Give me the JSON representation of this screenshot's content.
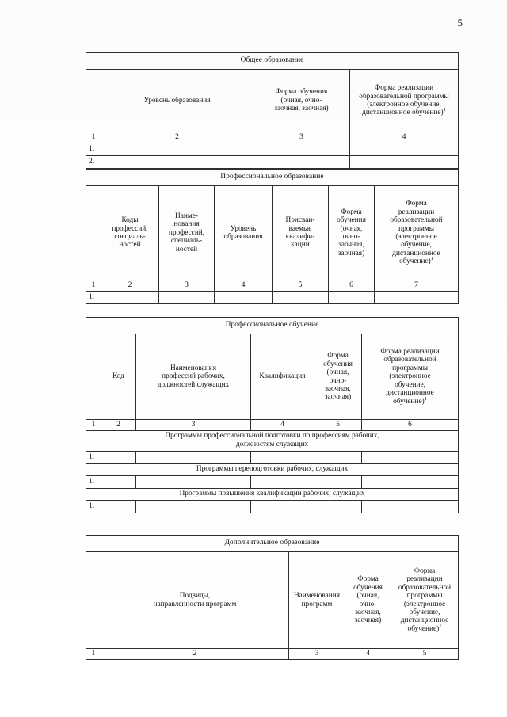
{
  "page": {
    "number": "5",
    "footnote_marker": "1"
  },
  "tables": [
    {
      "id": "general-education",
      "caption": "Общее образование",
      "columns": [
        {
          "key": "idx",
          "header": ""
        },
        {
          "key": "level",
          "header": "Уровснь образования"
        },
        {
          "key": "form",
          "header": "Форма обучения (очная, очно-заочная, заочная)"
        },
        {
          "key": "impl",
          "header": "Форма реализации образовательной программы (электронное обучение, дистанционное обучение)"
        }
      ],
      "header_lines": [
        [
          ""
        ],
        [
          "Уровснь образования"
        ],
        [
          "Форма обучения",
          "(очная, очно-",
          "заочная, заочная)"
        ],
        [
          "Форма реализации",
          "образовательной программы",
          "(электронное обучение,",
          "дистанционное обучение)"
        ]
      ],
      "number_row": [
        "1",
        "2",
        "3",
        "4"
      ],
      "rows": [
        [
          "1.",
          "",
          "",
          ""
        ],
        [
          "2.",
          "",
          "",
          ""
        ]
      ]
    },
    {
      "id": "professional-education",
      "caption": "Профессиональное образование",
      "header_lines": [
        [
          ""
        ],
        [
          "Коды",
          "профессий,",
          "специаль-",
          "ностей"
        ],
        [
          "Наиме-",
          "нования",
          "профессий,",
          "специаль-",
          "ностей"
        ],
        [
          "Уровень",
          "образования"
        ],
        [
          "Присваи-",
          "ваемые",
          "квалифи-",
          "кации"
        ],
        [
          "Форма",
          "обучения",
          "(очная,",
          "очно-",
          "заочная,",
          "заочная)"
        ],
        [
          "Форма",
          "реализации",
          "образовательной",
          "программы",
          "(электронное",
          "обучение,",
          "дистанционное",
          "обучение)"
        ]
      ],
      "number_row": [
        "1",
        "2",
        "3",
        "4",
        "5",
        "6",
        "7"
      ],
      "rows": [
        [
          "1.",
          "",
          "",
          "",
          "",
          "",
          ""
        ]
      ]
    },
    {
      "id": "professional-training",
      "caption": "Профессиональное обучение",
      "header_lines": [
        [
          ""
        ],
        [
          "Код"
        ],
        [
          "Наименования",
          "профессий рабочих,",
          "должностей служащих"
        ],
        [
          "Квалификация"
        ],
        [
          "Форма",
          "обучения",
          "(очная,",
          "очно-",
          "заочная,",
          "заочная)"
        ],
        [
          "Форма реализации",
          "образовательной",
          "программы",
          "(электронное",
          "обучение,",
          "дистанционное",
          "обучение)"
        ]
      ],
      "number_row": [
        "1",
        "2",
        "3",
        "4",
        "5",
        "6"
      ],
      "sections": [
        {
          "title_lines": [
            "Программы профессиональной подготовки по профессиям рабочих,",
            "должностям служащих"
          ],
          "rows": [
            [
              "1.",
              "",
              "",
              "",
              "",
              ""
            ]
          ]
        },
        {
          "title_lines": [
            "Программы переподготовки рабочих, служащих"
          ],
          "rows": [
            [
              "1.",
              "",
              "",
              "",
              "",
              ""
            ]
          ]
        },
        {
          "title_lines": [
            "Программы повышения квалификации рабочих, служащих"
          ],
          "rows": [
            [
              "1.",
              "",
              "",
              "",
              "",
              ""
            ]
          ]
        }
      ]
    },
    {
      "id": "additional-education",
      "caption": "Дополнительное образование",
      "header_lines": [
        [
          ""
        ],
        [
          "Подвиды,",
          "направленности программ"
        ],
        [
          "Наименования",
          "программ"
        ],
        [
          "Форма",
          "обучения",
          "(очная,",
          "очно-",
          "заочная,",
          "заочная)"
        ],
        [
          "Форма",
          "реализации",
          "образовательной",
          "программы",
          "(электронное",
          "обучение,",
          "дистанционное",
          "обучение)"
        ]
      ],
      "number_row": [
        "1",
        "2",
        "3",
        "4",
        "5"
      ],
      "rows": []
    }
  ]
}
